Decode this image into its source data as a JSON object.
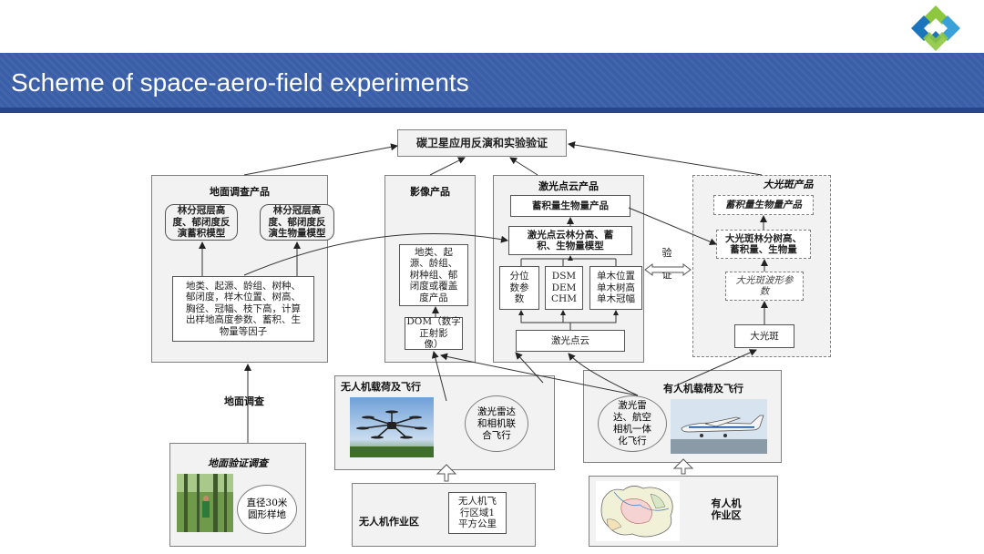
{
  "slide": {
    "title": "Scheme of space-aero-field experiments"
  },
  "top_box": "碳卫星应用反演和实验验证",
  "ground_products": {
    "heading": "地面调查产品",
    "model_left": "林分冠层高\n度、郁闭度反\n演蓄积模型",
    "model_right": "林分冠层高\n度、郁闭度反\n演生物量模型",
    "factors": "地类、起源、龄组、树种、\n郁闭度，样木位置、树高、\n胸径、冠幅、枝下高，计算\n出样地高度参数、蓄积、生\n物量等因子"
  },
  "image_products": {
    "heading": "影像产品",
    "classes": "地类、起\n源、龄组、\n树种组、郁\n闭度或覆盖\n度产品",
    "dom": "DOM（数字\n正射影\n像）"
  },
  "lidar_products": {
    "heading": "激光点云产品",
    "volume": "蓄积量生物量产品",
    "model": "激光点云林分高、蓄\n积、生物量模型",
    "quantile": "分位\n数参\n数",
    "dsm": "DSM\nDEM\nCHM",
    "tree": "单木位置\n单木树高\n单木冠幅",
    "cloud": "激光点云"
  },
  "validation_label": "验\n\n证",
  "large_footprint": {
    "heading": "大光斑产品",
    "volume": "蓄积量生物量产品",
    "stand": "大光斑林分树高、\n蓄积量、生物量",
    "waveform": "大光斑波形参\n数",
    "footprint": "大光斑"
  },
  "ground_survey_label": "地面调查",
  "uav_flight": {
    "heading": "无人机载荷及飞行",
    "circle": "激光雷达\n和相机联\n合飞行"
  },
  "manned_flight": {
    "heading": "有人机载荷及飞行",
    "circle": "激光雷\n达、航空\n相机一体\n化飞行"
  },
  "ground_validation": {
    "heading": "地面验证调查",
    "plot": "直径30米\n圆形样地"
  },
  "uav_area": {
    "label": "无人机作业区",
    "detail": "无人机飞\n行区域1\n平方公里"
  },
  "manned_area": {
    "label": "有人机\n作业区"
  },
  "colors": {
    "title_bar": "#3a5fa8",
    "panel_fill": "#f2f2f2",
    "blue_fill": "#dde6f2",
    "logo_green": "#8dc63f",
    "logo_blue": "#1b75bb"
  }
}
